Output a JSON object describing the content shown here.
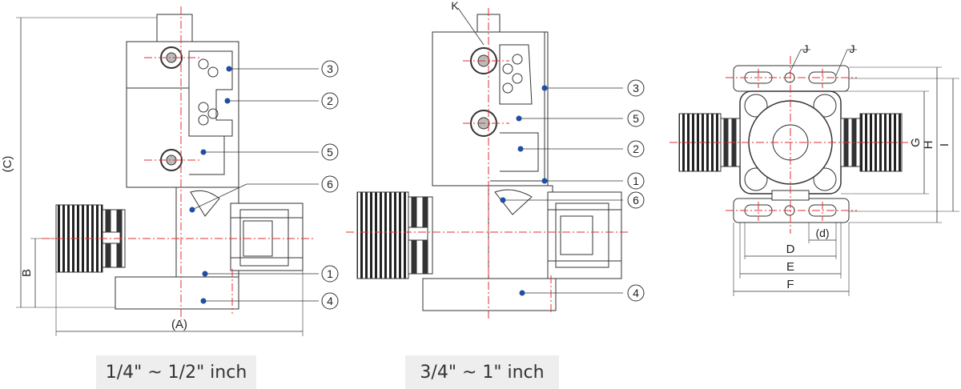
{
  "left_view": {
    "callouts": [
      "3",
      "2",
      "5",
      "6",
      "1",
      "4"
    ],
    "dim_c": "(C)",
    "dim_b": "B",
    "dim_a": "(A)",
    "caption": "1/4\" ~ 1/2\" inch"
  },
  "middle_view": {
    "label_k": "K",
    "callouts": [
      "3",
      "5",
      "2",
      "1",
      "6",
      "4"
    ],
    "caption": "3/4\" ~ 1\" inch"
  },
  "right_view": {
    "label_j1": "J",
    "label_j2": "J",
    "dim_d_small": "(d)",
    "dim_d": "D",
    "dim_e": "E",
    "dim_f": "F",
    "dim_g": "G",
    "dim_h": "H",
    "dim_i": "I"
  },
  "colors": {
    "line": "#333333",
    "centerline": "#e03030",
    "marker": "#1f4fa0",
    "caption_bg": "#eeeeee"
  }
}
